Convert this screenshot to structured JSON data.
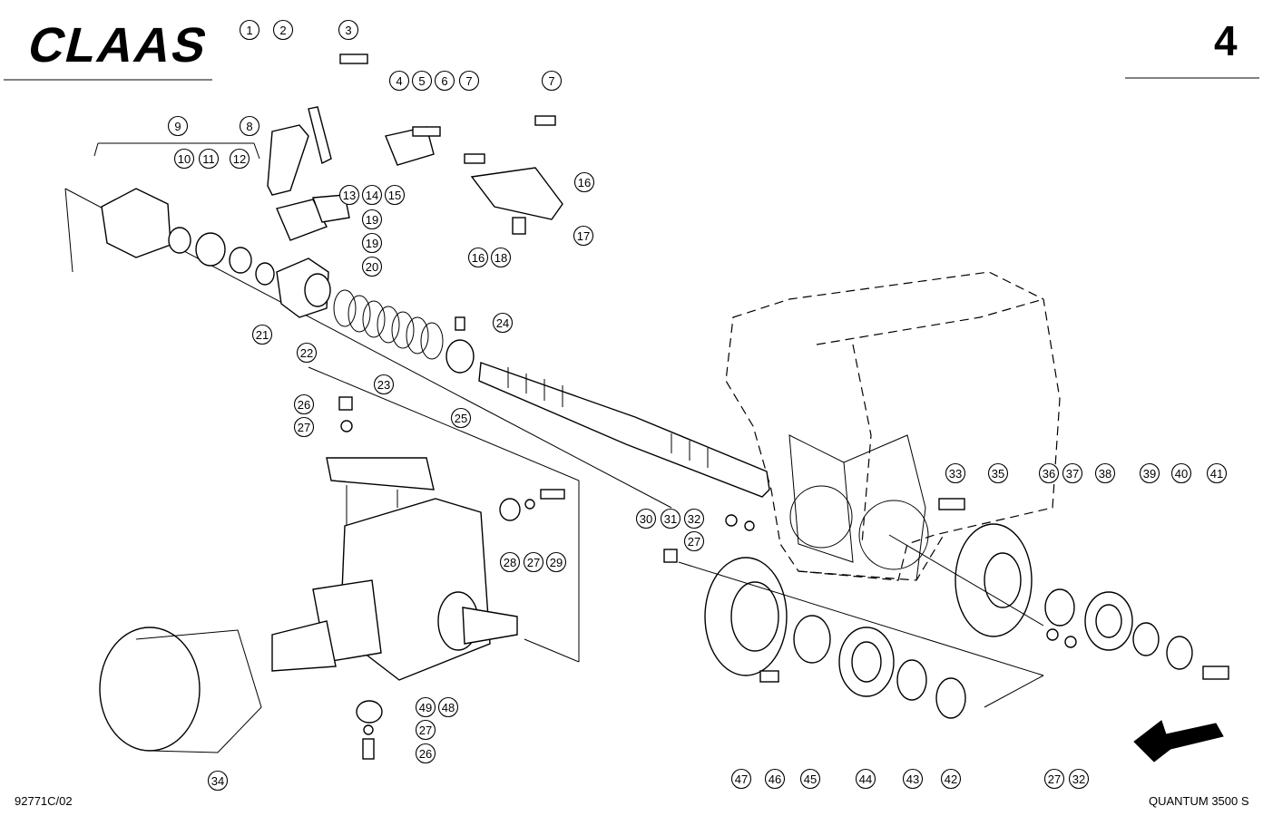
{
  "header": {
    "brand": "CLAAS",
    "page_number": "4"
  },
  "footer": {
    "drawing_number": "92771C/02",
    "model": "QUANTUM 3500 S"
  },
  "colors": {
    "ink": "#000000",
    "paper": "#ffffff"
  },
  "icons": {
    "direction": "arrow-icon"
  },
  "callouts": [
    {
      "n": "1"
    },
    {
      "n": "2"
    },
    {
      "n": "3"
    },
    {
      "n": "4"
    },
    {
      "n": "5"
    },
    {
      "n": "6"
    },
    {
      "n": "7"
    },
    {
      "n": "7"
    },
    {
      "n": "8"
    },
    {
      "n": "9"
    },
    {
      "n": "10"
    },
    {
      "n": "11"
    },
    {
      "n": "12"
    },
    {
      "n": "13"
    },
    {
      "n": "14"
    },
    {
      "n": "15"
    },
    {
      "n": "16"
    },
    {
      "n": "16"
    },
    {
      "n": "17"
    },
    {
      "n": "18"
    },
    {
      "n": "19"
    },
    {
      "n": "19"
    },
    {
      "n": "20"
    },
    {
      "n": "21"
    },
    {
      "n": "22"
    },
    {
      "n": "23"
    },
    {
      "n": "24"
    },
    {
      "n": "25"
    },
    {
      "n": "26"
    },
    {
      "n": "27"
    },
    {
      "n": "28"
    },
    {
      "n": "27"
    },
    {
      "n": "29"
    },
    {
      "n": "30"
    },
    {
      "n": "31"
    },
    {
      "n": "32"
    },
    {
      "n": "27"
    },
    {
      "n": "33"
    },
    {
      "n": "35"
    },
    {
      "n": "36"
    },
    {
      "n": "37"
    },
    {
      "n": "38"
    },
    {
      "n": "39"
    },
    {
      "n": "40"
    },
    {
      "n": "41"
    },
    {
      "n": "49"
    },
    {
      "n": "48"
    },
    {
      "n": "27"
    },
    {
      "n": "26"
    },
    {
      "n": "34"
    },
    {
      "n": "47"
    },
    {
      "n": "46"
    },
    {
      "n": "45"
    },
    {
      "n": "44"
    },
    {
      "n": "43"
    },
    {
      "n": "42"
    },
    {
      "n": "27"
    },
    {
      "n": "32"
    }
  ]
}
